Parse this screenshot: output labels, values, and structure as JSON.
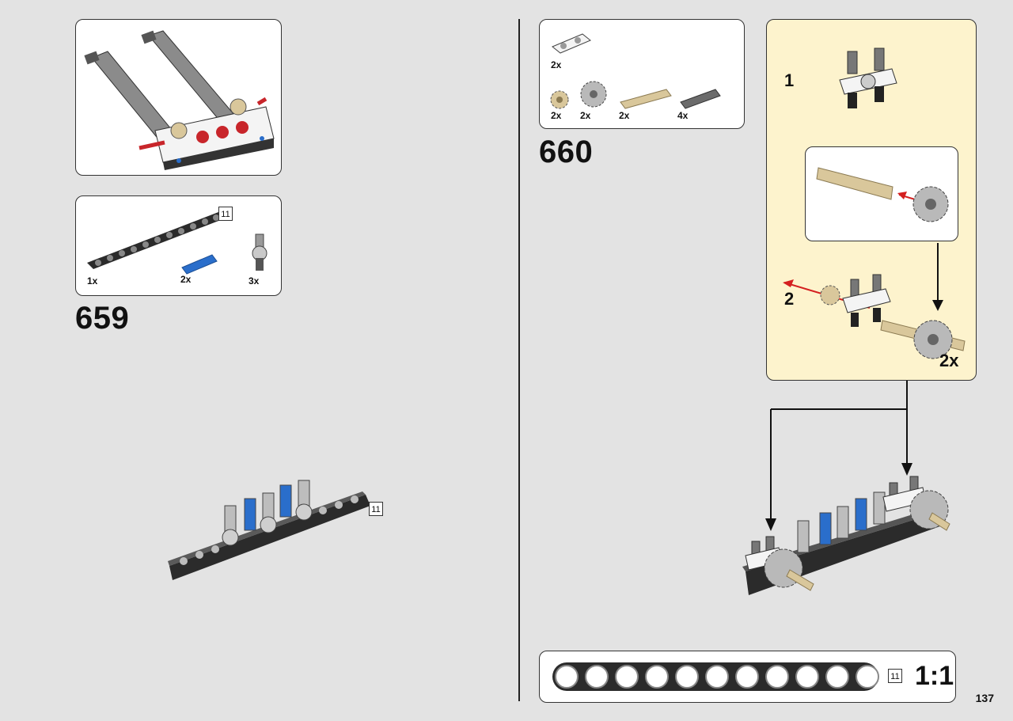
{
  "left_page": {
    "step_number": "659",
    "parts_callout": {
      "items": [
        {
          "qty": "1x",
          "icon": "black-beam-11-icon"
        },
        {
          "qty": "2x",
          "icon": "blue-pin-icon"
        },
        {
          "qty": "3x",
          "icon": "axle-pin-connector-icon"
        }
      ],
      "length_badge": "11"
    },
    "assembly_length_badge": "11"
  },
  "right_page": {
    "parts_callout": {
      "items": [
        {
          "qty": "2x",
          "icon": "white-double-connector-icon"
        },
        {
          "qty": "2x",
          "icon": "tan-gear-icon"
        },
        {
          "qty": "2x",
          "icon": "gray-gear-icon"
        },
        {
          "qty": "2x",
          "icon": "tan-axle-icon"
        },
        {
          "qty": "4x",
          "icon": "gray-axle-pin-icon"
        }
      ]
    },
    "step_number": "660",
    "substeps": {
      "first": "1",
      "second": "2",
      "multiplier": "2x"
    },
    "scale_bar": {
      "length_badge": "11",
      "scale": "1:1",
      "holes": 11
    },
    "page_number": "137"
  },
  "colors": {
    "background": "#e3e3e3",
    "substep_panel": "#fdf3cd",
    "arrow_red": "#d42020",
    "pin_blue": "#2a6ecb",
    "beam_dark": "#2b2b2b",
    "tan": "#d9c79b"
  }
}
